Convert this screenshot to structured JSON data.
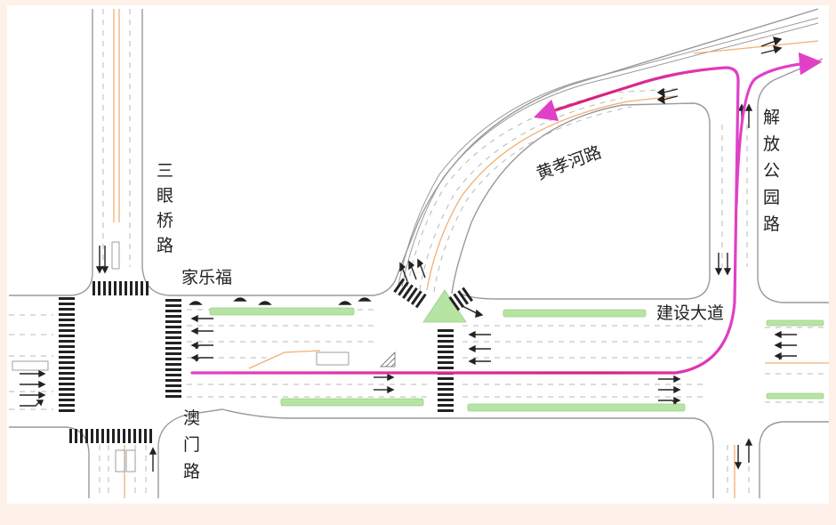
{
  "labels": {
    "sanyanqiao": "三眼桥路",
    "jialefu": "家乐福",
    "huangxiaohe": "黄孝河路",
    "jiefang": "解放公园路",
    "jianshe": "建设大道",
    "aomen": "澳门路"
  },
  "route": {
    "color": "#e040c8",
    "color_dark": "#d9207a"
  },
  "colors": {
    "background": "#ffffff",
    "frame": "#fdf1ea",
    "curb": "#9a9a9a",
    "lane_line": "#b8b8b8",
    "center_line": "#f0b070",
    "median": "#b6e4a2",
    "crosswalk": "#222222",
    "arrow": "#222222"
  }
}
